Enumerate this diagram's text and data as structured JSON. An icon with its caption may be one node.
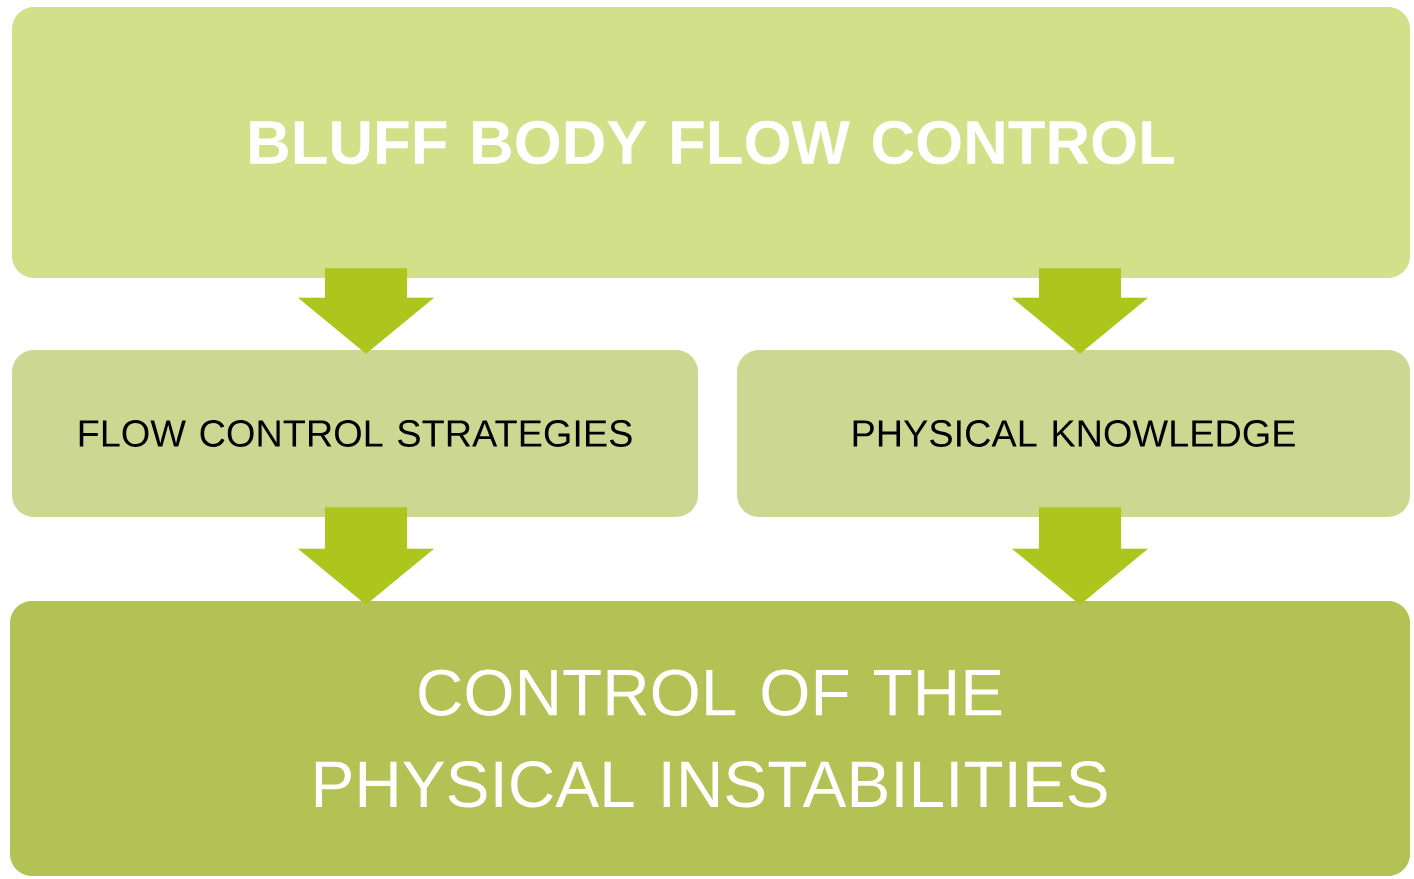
{
  "diagram": {
    "nodes": [
      {
        "text": [
          "BLUFF BODY FLOW CONTROL"
        ]
      },
      {
        "text": [
          "FLOW CONTROL STRATEGIES"
        ]
      },
      {
        "text": [
          "PHYSICAL KNOWLEDGE"
        ]
      },
      {
        "text": [
          "CONTROL OF THE PHYSICAL INSTABILITIES"
        ]
      }
    ],
    "edges": [
      {
        "from": 0,
        "to": 1,
        "arrow": "to"
      },
      {
        "from": 0,
        "to": 2,
        "arrow": "to"
      },
      {
        "from": 1,
        "to": 3,
        "arrow": "to"
      },
      {
        "from": 2,
        "to": 3,
        "arrow": "to"
      }
    ]
  }
}
